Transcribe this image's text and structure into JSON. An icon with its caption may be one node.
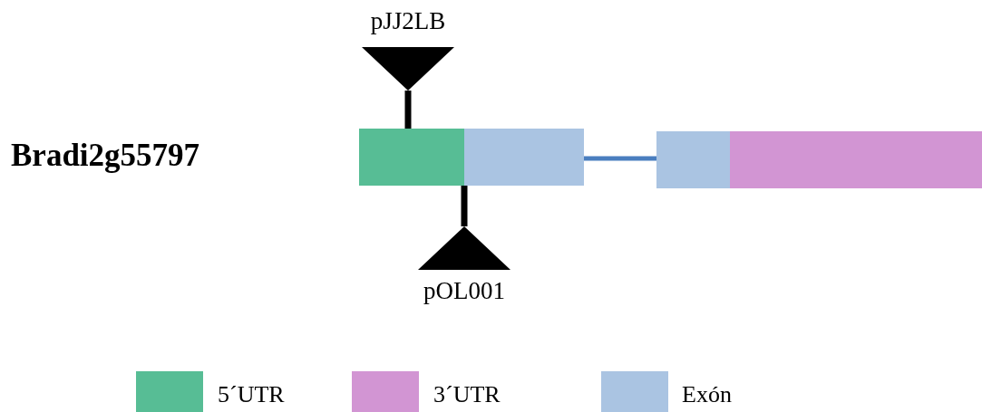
{
  "diagram": {
    "nodes": [
      {
        "text": [
          "pJJ2LB"
        ]
      },
      {
        "text": [],
        "shape": "box"
      },
      {
        "text": [],
        "shape": "box"
      },
      {
        "text": [],
        "shape": "box"
      },
      {
        "text": [],
        "shape": "box"
      },
      {
        "text": [
          "pOL001"
        ]
      }
    ],
    "edges": [
      {
        "from": 0,
        "to": 1,
        "arrow": "none"
      },
      {
        "from": 5,
        "to": 1,
        "arrow": "none"
      },
      {
        "from": 2,
        "to": 3,
        "arrow": "none",
        "color": "#4a7ebf"
      }
    ],
    "labels": [
      "Bradi2g55797"
    ],
    "legend": [
      {
        "text": "5´UTR",
        "color": "#57bd95"
      },
      {
        "text": "3´UTR",
        "color": "#d295d3"
      },
      {
        "text": "Exón",
        "color": "#aac4e2"
      }
    ]
  }
}
